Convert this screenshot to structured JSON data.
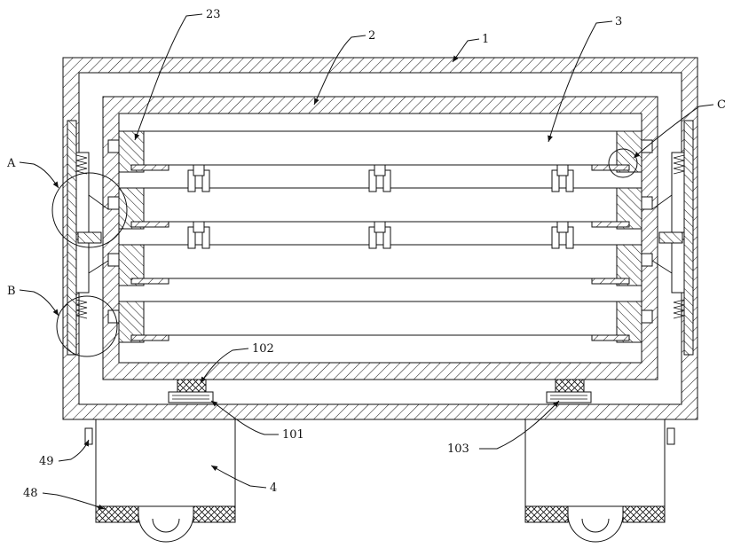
{
  "labels": {
    "l1": "1",
    "l2": "2",
    "l3": "3",
    "l23": "23",
    "lA": "A",
    "lB": "B",
    "lC": "C",
    "l102": "102",
    "l101": "101",
    "l103": "103",
    "l4": "4",
    "l49": "49",
    "l48": "48"
  }
}
